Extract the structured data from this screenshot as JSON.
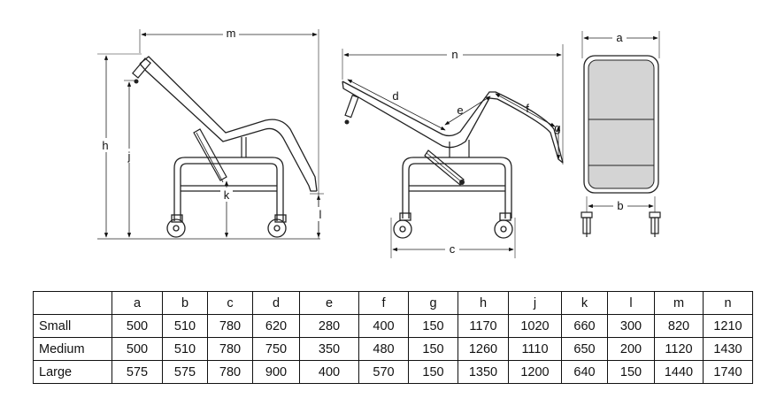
{
  "labels": {
    "m": "m",
    "h": "h",
    "j": "j",
    "k": "k",
    "l": "l",
    "n": "n",
    "d": "d",
    "e": "e",
    "f": "f",
    "g": "g",
    "c": "c",
    "a": "a",
    "b": "b"
  },
  "table": {
    "corner": "",
    "columns": [
      "a",
      "b",
      "c",
      "d",
      "e",
      "f",
      "g",
      "h",
      "j",
      "k",
      "l",
      "m",
      "n"
    ],
    "rows": [
      {
        "size": "Small",
        "values": [
          "500",
          "510",
          "780",
          "620",
          "280",
          "400",
          "150",
          "1170",
          "1020",
          "660",
          "300",
          "820",
          "1210"
        ]
      },
      {
        "size": "Medium",
        "values": [
          "500",
          "510",
          "780",
          "750",
          "350",
          "480",
          "150",
          "1260",
          "1110",
          "650",
          "200",
          "1120",
          "1430"
        ]
      },
      {
        "size": "Large",
        "values": [
          "575",
          "575",
          "780",
          "900",
          "400",
          "570",
          "150",
          "1350",
          "1200",
          "640",
          "150",
          "1440",
          "1740"
        ]
      }
    ]
  }
}
